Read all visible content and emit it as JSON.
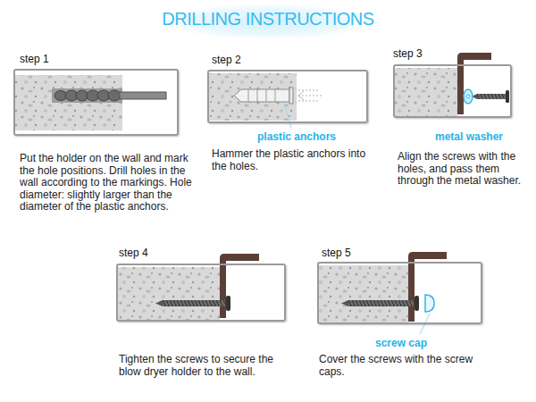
{
  "diagram": {
    "title": "DRILLING INSTRUCTIONS",
    "nodes": [
      {
        "text": [
          "step 1",
          "Put the holder on the wall and mark the hole positions. Drill holes in the wall according to the markings. Hole diameter: slightly larger than the diameter of the plastic anchors."
        ]
      },
      {
        "text": [
          "step 2",
          "Hammer the plastic anchors into the holes."
        ]
      },
      {
        "text": [
          "step 3",
          "Align the screws with the holes, and pass them through the metal washer."
        ]
      },
      {
        "text": [
          "step 4",
          "Tighten the screws to secure the blow dryer holder to the wall."
        ]
      },
      {
        "text": [
          "step 5",
          "Cover the screws with the screw caps."
        ]
      }
    ],
    "labels": [
      "plastic anchors",
      "metal washer",
      "screw cap"
    ]
  }
}
